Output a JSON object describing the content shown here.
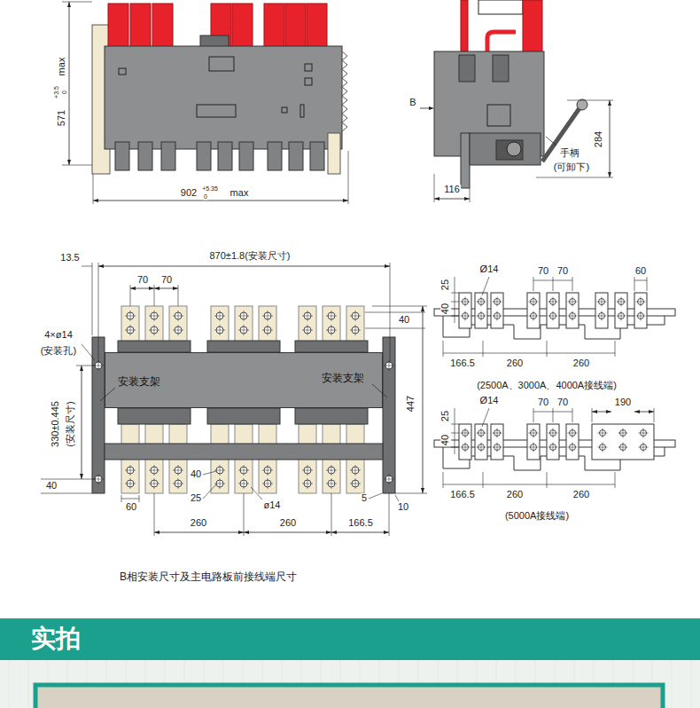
{
  "diagram": {
    "caption": "B相安装尺寸及主电路板前接线端尺寸",
    "nodes": [
      {
        "text": [
          "安装支架",
          "安装支架"
        ]
      },
      {
        "text": [
          "实拍"
        ]
      }
    ],
    "labels": [
      "max",
      "571",
      "+3.5",
      "0",
      "902",
      "+5.35",
      "0",
      "max",
      "B",
      "116",
      "284",
      "手柄",
      "(可卸下)",
      "13.5",
      "870±1.8(安装尺寸)",
      "70",
      "70",
      "40",
      "4×ø14",
      "(安装孔)",
      "447",
      "330±0.445",
      "(安装尺寸)",
      "40",
      "40",
      "25",
      "ø14",
      "60",
      "5",
      "10",
      "260",
      "260",
      "166.5",
      "Ø14",
      "70",
      "70",
      "60",
      "25",
      "40",
      "166.5",
      "260",
      "260",
      "(2500A、3000A、4000A接线端)",
      "Ø14",
      "70",
      "70",
      "190",
      "25",
      "40",
      "166.5",
      "260",
      "260",
      "(5000A接线端)"
    ]
  }
}
